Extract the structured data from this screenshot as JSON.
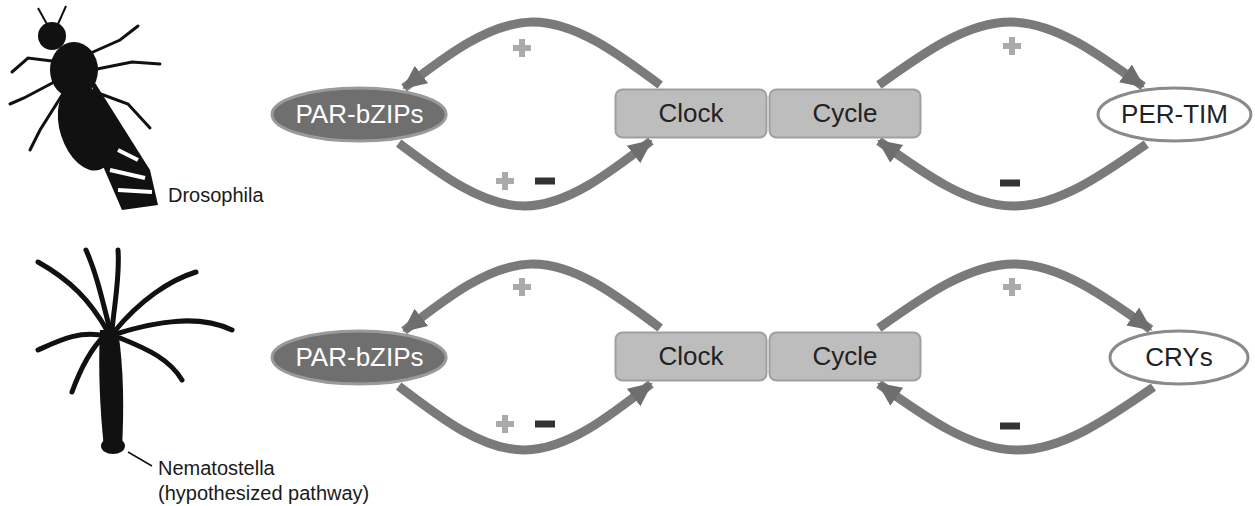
{
  "diagram": {
    "nodes": [
      {
        "text": [
          "PAR-bZIPs"
        ]
      },
      {
        "text": [
          "Clock"
        ]
      },
      {
        "text": [
          "Cycle"
        ]
      },
      {
        "text": [
          "PER-TIM"
        ]
      },
      {
        "text": [
          "PAR-bZIPs"
        ]
      },
      {
        "text": [
          "Clock"
        ]
      },
      {
        "text": [
          "Cycle"
        ]
      },
      {
        "text": [
          "CRYs"
        ]
      }
    ],
    "edges": [
      {
        "from": 1,
        "to": 0,
        "arrow": "to"
      },
      {
        "from": 0,
        "to": 1,
        "arrow": "to"
      },
      {
        "from": 2,
        "to": 3,
        "arrow": "to"
      },
      {
        "from": 3,
        "to": 2,
        "arrow": "to"
      },
      {
        "from": 5,
        "to": 4,
        "arrow": "to"
      },
      {
        "from": 4,
        "to": 5,
        "arrow": "to"
      },
      {
        "from": 6,
        "to": 7,
        "arrow": "to"
      },
      {
        "from": 7,
        "to": 6,
        "arrow": "to"
      }
    ],
    "labels": [
      "Drosophila",
      "Nematostella (hypothesized pathway)"
    ]
  }
}
